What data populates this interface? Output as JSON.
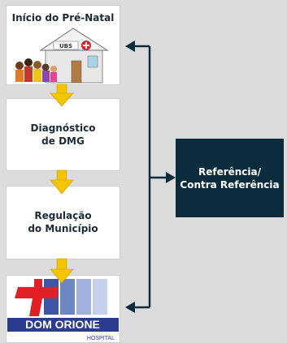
{
  "steps": {
    "start": "Início do Pré-Natal",
    "diagnosis": "Diagnóstico\nde DMG",
    "regulation": "Regulação\ndo Município"
  },
  "ubs_sign": "UBS",
  "hospital": {
    "name": "DOM ORIONE",
    "subtitle": "HOSPITAL"
  },
  "reference_box": "Referência/\nContra Referência",
  "colors": {
    "background": "#dcdcdc",
    "arrow_yellow": "#f5c400",
    "connector_dark": "#0c2b3d",
    "hospital_red": "#e31e24",
    "hospital_blue": "#2b3b8f"
  }
}
